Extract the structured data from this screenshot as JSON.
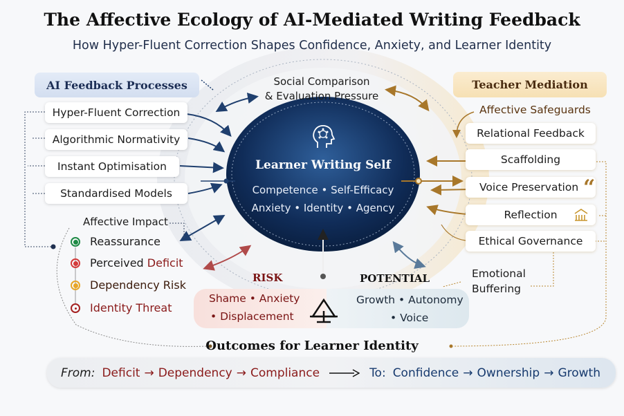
{
  "title": "The Affective Ecology of AI-Mediated Writing Feedback",
  "subtitle": "How Hyper-Fluent Correction Shapes Confidence, Anxiety, and Learner Identity",
  "left_panel": {
    "header": "AI Feedback Processes",
    "items": [
      "Hyper-Fluent Correction",
      "Algorithmic Normativity",
      "Instant Optimisation",
      "Standardised Models"
    ]
  },
  "affective_impact": {
    "label": "Affective Impact",
    "items": [
      {
        "label": "Reassurance",
        "color": "#1e8a45"
      },
      {
        "label_a": "Perceived ",
        "label_b": "Deficit",
        "color": "#d43b3b"
      },
      {
        "label": "Dependency Risk",
        "color": "#e8a626"
      },
      {
        "label": "Identity Threat",
        "color": "#a52020"
      }
    ]
  },
  "top_center": {
    "line1": "Social Comparison",
    "line2": "& Evaluation Pressure"
  },
  "center": {
    "title": "Learner Writing Self",
    "line1": "Competence • Self-Efficacy",
    "line2": "Anxiety • Identity • Agency"
  },
  "right_panel": {
    "header": "Teacher Mediation",
    "sublabel": "Affective Safeguards",
    "items": [
      "Relational Feedback",
      "Scaffolding",
      "Voice Preservation",
      "Reflection",
      "Ethical Governance"
    ],
    "emotional_buffering": [
      "Emotional",
      "Buffering"
    ]
  },
  "risk": {
    "label": "RISK",
    "line1": "Shame • Anxiety",
    "line2": "• Displacement"
  },
  "potential": {
    "label": "POTENTIAL",
    "line1": "Growth • Autonomy",
    "line2": "• Voice"
  },
  "outcomes": {
    "title": "Outcomes for Learner Identity",
    "from_label": "From:",
    "from": [
      "Deficit",
      "Dependency",
      "Compliance"
    ],
    "to_label": "To:",
    "to": [
      "Confidence",
      "Ownership",
      "Growth"
    ],
    "sep": "→"
  },
  "colors": {
    "navy": "#173a6e",
    "gold": "#b8862e",
    "red": "#8a1a1a"
  }
}
